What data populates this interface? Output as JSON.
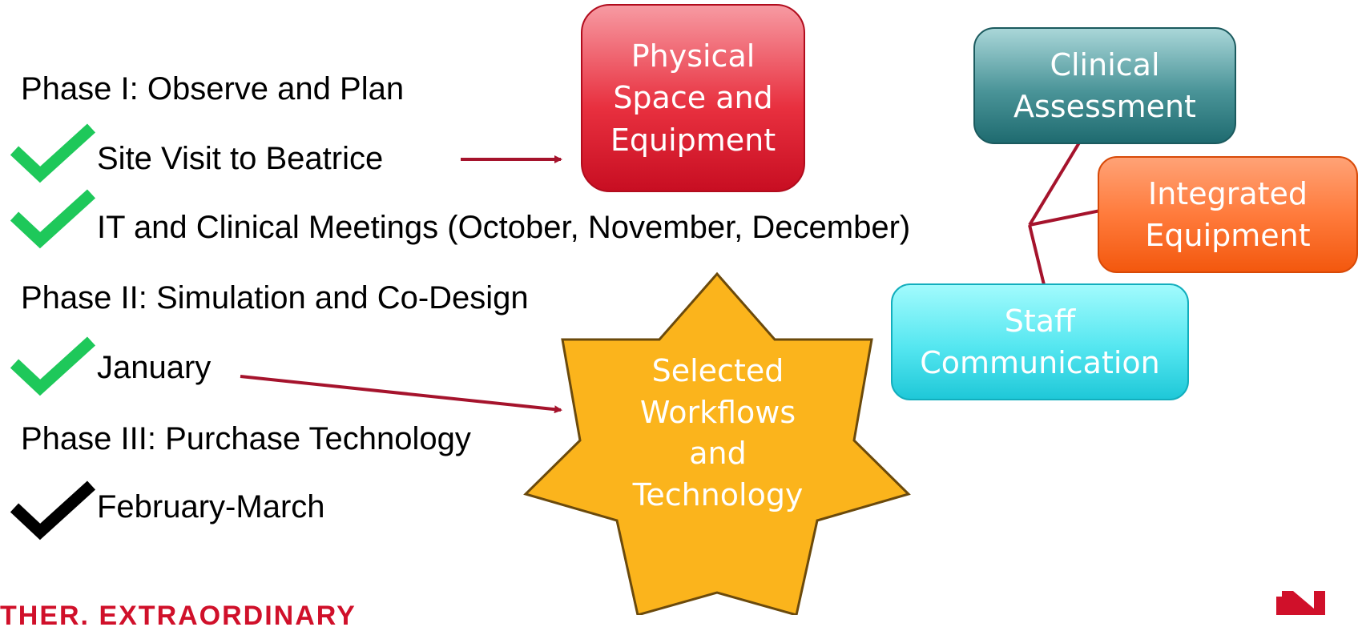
{
  "phases": [
    {
      "heading": "Phase I: Observe and Plan",
      "items": [
        {
          "label": "Site Visit to Beatrice",
          "check_color": "#1ec85a"
        },
        {
          "label": "IT and Clinical Meetings (October, November, December)",
          "check_color": "#1ec85a"
        }
      ]
    },
    {
      "heading": "Phase II: Simulation and Co-Design",
      "items": [
        {
          "label": "January",
          "check_color": "#1ec85a"
        }
      ]
    },
    {
      "heading": "Phase III: Purchase Technology",
      "items": [
        {
          "label": "February-March",
          "check_color": "#000000"
        }
      ]
    }
  ],
  "boxes": {
    "physical_space": {
      "lines": [
        "Physical",
        "Space and",
        "Equipment"
      ],
      "color": "#e8303f"
    },
    "clinical_assessment": {
      "lines": [
        "Clinical",
        "Assessment"
      ],
      "color": "#2e7d81"
    },
    "integrated_equipment": {
      "lines": [
        "Integrated",
        "Equipment"
      ],
      "color": "#ff6d2a"
    },
    "staff_communication": {
      "lines": [
        "Staff",
        "Communication"
      ],
      "color": "#2fd8e6"
    }
  },
  "star": {
    "lines": [
      "Selected",
      "Workflows",
      "and",
      "Technology"
    ],
    "fill": "#fbb41c",
    "stroke": "#6b4a0c"
  },
  "arrow_color": "#a5132c",
  "footer": {
    "brand_text": "THER. EXTRAORDINARY",
    "brand_color": "#d0102a",
    "logo_icon": "university-logo-icon"
  }
}
